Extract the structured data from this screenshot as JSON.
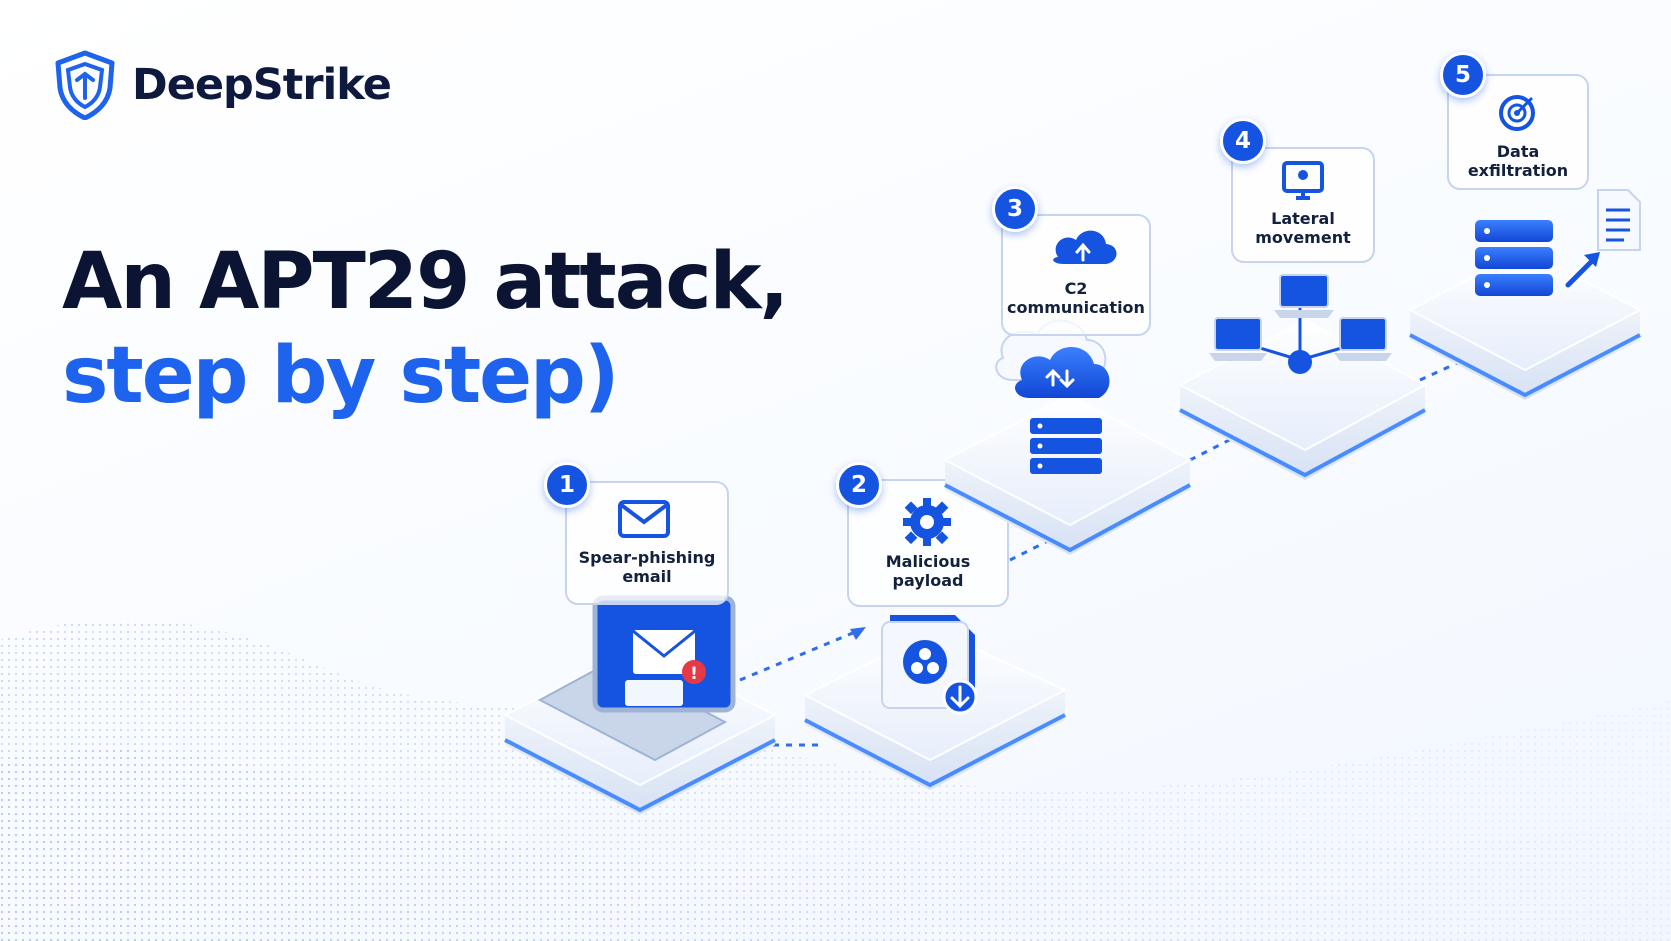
{
  "brand": {
    "name": "DeepStrike",
    "logo_icon": "shield-icon",
    "accent": "#1e63ee",
    "dark": "#0b1533"
  },
  "headline": {
    "line1": "An APT29 attack,",
    "line2": "step by step)"
  },
  "steps": [
    {
      "number": "1",
      "label_line1": "Spear-phishing",
      "label_line2": "email",
      "icon": "envelope-icon",
      "visual": "laptop-email-alert"
    },
    {
      "number": "2",
      "label_line1": "Malicious",
      "label_line2": "payload",
      "icon": "gear-icon",
      "visual": "biohazard-file-download"
    },
    {
      "number": "3",
      "label_line1": "C2",
      "label_line2": "communication",
      "icon": "cloud-upload-icon",
      "visual": "cloud-server"
    },
    {
      "number": "4",
      "label_line1": "Lateral",
      "label_line2": "movement",
      "icon": "monitor-icon",
      "visual": "networked-laptops"
    },
    {
      "number": "5",
      "label_line1": "Data",
      "label_line2": "exfiltration",
      "icon": "target-icon",
      "visual": "server-document-arrow"
    }
  ]
}
